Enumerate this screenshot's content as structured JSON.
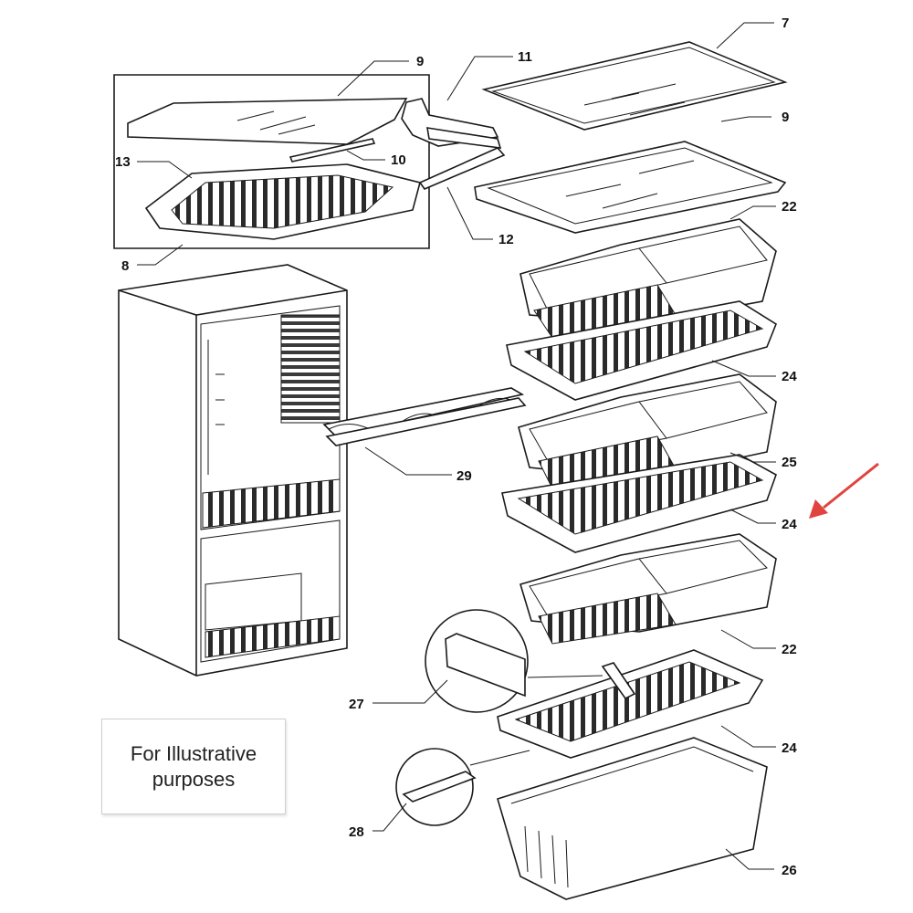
{
  "callouts": {
    "c7": "7",
    "c9a": "9",
    "c9b": "9",
    "c11": "11",
    "c13": "13",
    "c10": "10",
    "c12": "12",
    "c8": "8",
    "c22a": "22",
    "c24a": "24",
    "c25": "25",
    "c24b": "24",
    "c29": "29",
    "c22b": "22",
    "c27": "27",
    "c24c": "24",
    "c28": "28",
    "c26": "26"
  },
  "note": {
    "text": "For Illustrative\npurposes"
  },
  "colors": {
    "highlight_arrow": "#e0443e",
    "line": "#1a1a1a"
  }
}
